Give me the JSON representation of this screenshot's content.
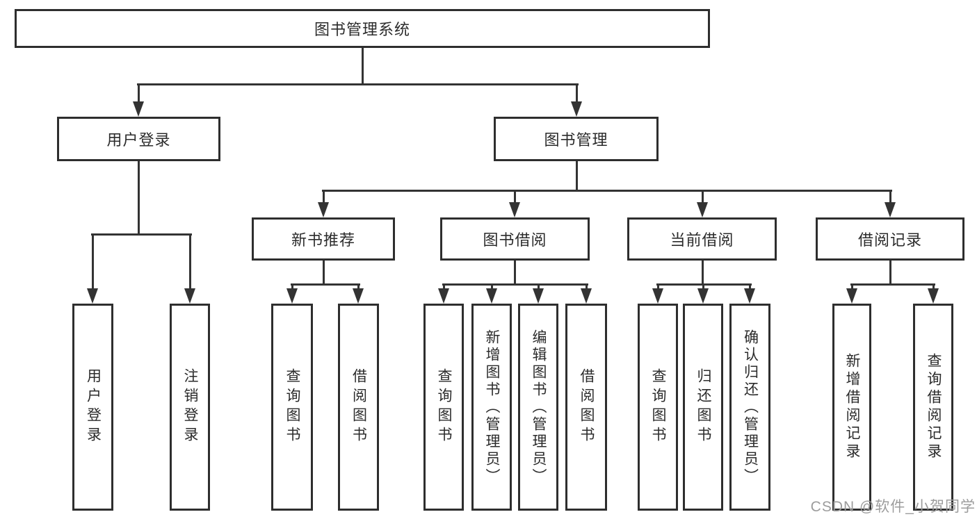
{
  "diagram": {
    "root": {
      "label": "图书管理系统"
    },
    "level2": [
      {
        "label": "用户登录"
      },
      {
        "label": "图书管理"
      }
    ],
    "level3": [
      {
        "label": "新书推荐"
      },
      {
        "label": "图书借阅"
      },
      {
        "label": "当前借阅"
      },
      {
        "label": "借阅记录"
      }
    ],
    "leaves": {
      "user_login": [
        {
          "label": "用户登录"
        },
        {
          "label": "注销登录"
        }
      ],
      "new_books": [
        {
          "label": "查询图书"
        },
        {
          "label": "借阅图书"
        }
      ],
      "book_borrow": [
        {
          "label": "查询图书"
        },
        {
          "label": "新增图书（管理员）"
        },
        {
          "label": "编辑图书（管理员）"
        },
        {
          "label": "借阅图书"
        }
      ],
      "current_borrow": [
        {
          "label": "查询图书"
        },
        {
          "label": "归还图书"
        },
        {
          "label": "确认归还（管理员）"
        }
      ],
      "borrow_records": [
        {
          "label": "新增借阅记录"
        },
        {
          "label": "查询借阅记录"
        }
      ]
    }
  },
  "watermark": {
    "text": "CSDN @软件_小贺同学"
  },
  "colors": {
    "line": "#333333",
    "border": "#2e2e2e",
    "text": "#2b2b2b",
    "background": "#ffffff",
    "watermark": "#9c9c9c"
  }
}
